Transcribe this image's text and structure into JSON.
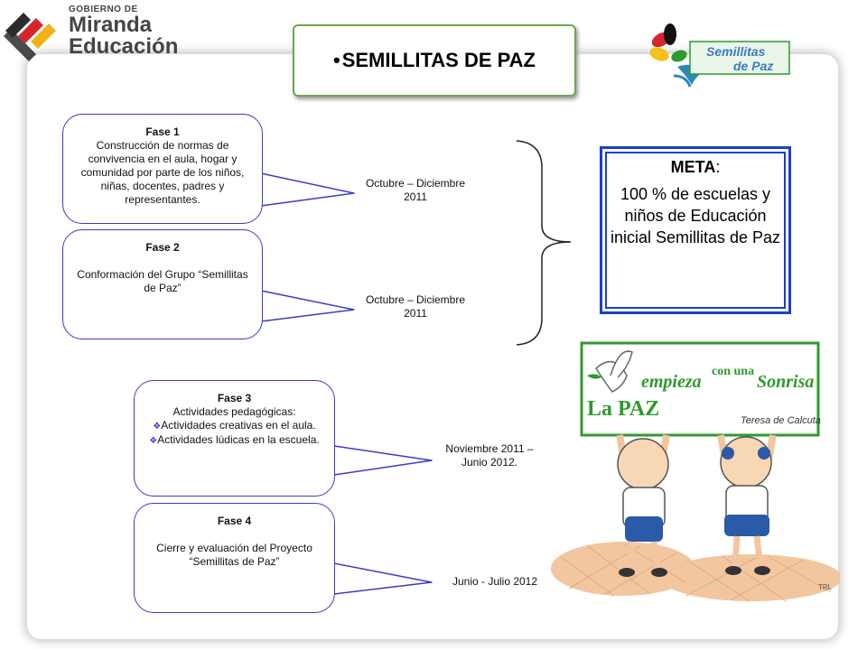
{
  "header": {
    "logo_line1": "GOBIERNO DE",
    "logo_line2": "Miranda",
    "logo_line3": "Educación",
    "title_bullet": "•",
    "title": "SEMILLITAS DE PAZ",
    "badge_line1": "Semillitas",
    "badge_line2": "de Paz"
  },
  "phases": [
    {
      "title": "Fase 1",
      "body": "Construcción de normas de convivencia en el aula, hogar y comunidad por parte de los niños, niñas, docentes, padres y representantes.",
      "date": "Octubre – Diciembre 2011"
    },
    {
      "title": "Fase 2",
      "body": "Conformación del Grupo “Semillitas de Paz”",
      "date": "Octubre – Diciembre 2011"
    },
    {
      "title": "Fase 3",
      "subtitle": "Actividades pedagógicas:",
      "items": [
        "Actividades creativas en el aula.",
        "Actividades lúdicas en la escuela."
      ],
      "date": "Noviembre 2011 – Junio 2012."
    },
    {
      "title": "Fase 4",
      "body": "Cierre  y evaluación  del Proyecto “Semillitas de Paz”",
      "date": "Junio - Julio 2012"
    }
  ],
  "goal": {
    "label": "META",
    "colon": ":",
    "text": "100 % de escuelas y niños de Educación inicial Semillitas de Paz"
  },
  "sign": {
    "line1a": "empieza",
    "line1b": "con una",
    "line1c": "Sonrisa",
    "line2": "La PAZ",
    "author": "Teresa de Calcuta",
    "corner": "TRL"
  },
  "colors": {
    "accent_blue": "#1c3ed1",
    "phase_border": "#3b3bc9",
    "sign_green": "#2e9a2e",
    "logo_red": "#d6262c"
  }
}
